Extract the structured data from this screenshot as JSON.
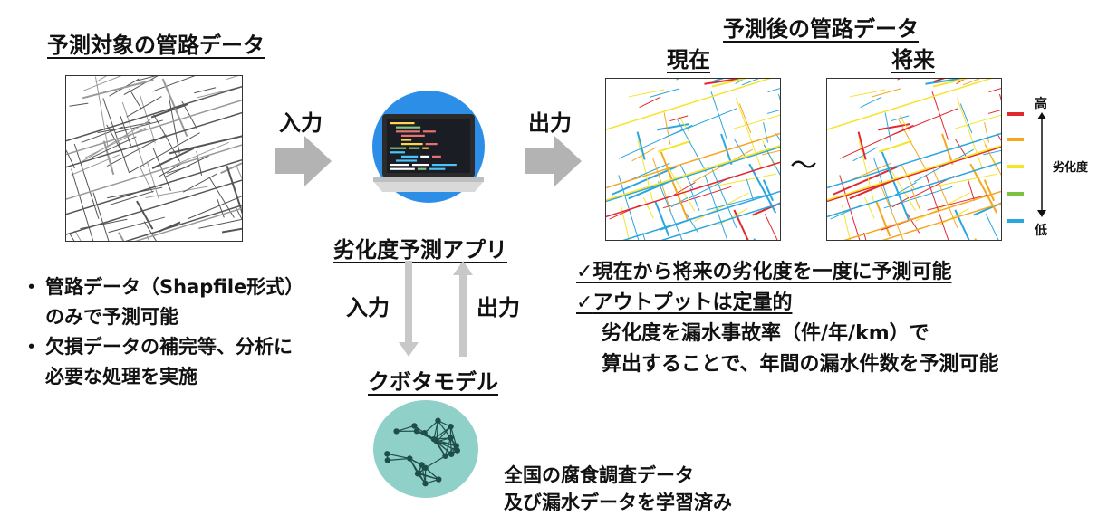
{
  "input_section": {
    "title": "予測対象の管路データ",
    "bullets": [
      {
        "symbol": "・",
        "lines": [
          "管路データ（Shapfile形式）",
          "のみで予測可能"
        ]
      },
      {
        "symbol": "・",
        "lines": [
          "欠損データの補完等、分析に",
          "必要な処理を実施"
        ]
      }
    ]
  },
  "flow": {
    "input_label": "入力",
    "output_label": "出力",
    "app_name": "劣化度予測アプリ",
    "model_input_label": "入力",
    "model_output_label": "出力",
    "model_name": "クボタモデル",
    "model_caption": [
      "全国の腐食調査データ",
      "及び漏水データを学習済み"
    ]
  },
  "output_section": {
    "title": "予測後の管路データ",
    "current_label": "現在",
    "future_label": "将来",
    "tilde": "～",
    "legend": {
      "high": "高",
      "low": "低",
      "name": "劣化度",
      "colors": [
        "#e0282e",
        "#f5a623",
        "#f5e42a",
        "#7dc242",
        "#2ba6de"
      ]
    },
    "checks": [
      {
        "mark": "✓",
        "text": "現在から将来の劣化度を一度に予測可能"
      },
      {
        "mark": "✓",
        "text": "アウトプットは定量的"
      }
    ],
    "detail_lines": [
      "劣化度を漏水事故率（件/年/km）で",
      "算出することで、年間の漏水件数を予測可能"
    ]
  },
  "colors": {
    "arrow_gray": "#b3b3b3",
    "arrow_light": "#c8c8c8",
    "laptop_circle": "#2d8ee8",
    "brain_circle": "#8fd0c8",
    "brain_net": "#1f4e4a"
  }
}
